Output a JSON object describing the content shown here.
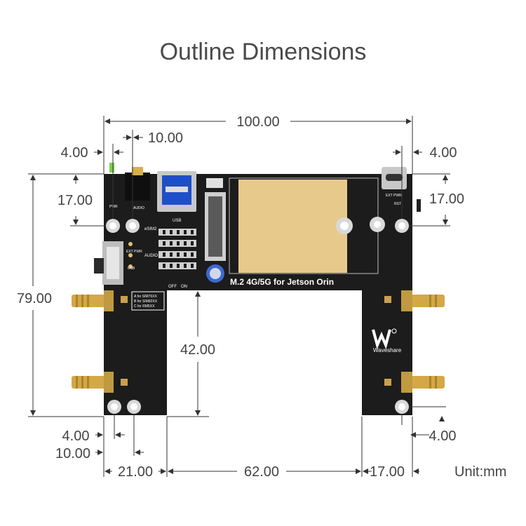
{
  "title": "Outline Dimensions",
  "unit": "Unit:mm",
  "dimensions": {
    "overall_width": "100.00",
    "usb_hole_x": "10.00",
    "left_hole_x": "4.00",
    "right_hole_x": "4.00",
    "left_hole_y": "17.00",
    "right_hole_y": "17.00",
    "overall_height": "79.00",
    "cutout_height": "42.00",
    "bottom_left_hole_x": "4.00",
    "bottom_left_hole2_x": "10.00",
    "bottom_right_hole_x": "4.00",
    "left_leg_width": "21.00",
    "cutout_width": "62.00",
    "right_leg_width": "17.00"
  },
  "board": {
    "name": "M.2 4G/5G for Jetson Orin",
    "brand": "Waveshare",
    "labels": {
      "esim2": "eSIM2",
      "ext_pwr": "EXT PWR",
      "usb": "USB",
      "audio": "AUDIO",
      "off": "OFF",
      "on": "ON",
      "pwr": "PWR",
      "rst": "RST",
      "ext_pwr_right": "EXT PWR",
      "sim_a": "A for SIM76XX",
      "sim_b": "B for SIM82XX",
      "sim_c": "C for RM5XX"
    }
  },
  "colors": {
    "pcb": "#1c1c1c",
    "gold": "#e8c98c",
    "sma": "#d4a846",
    "dimension_text": "#444444"
  }
}
